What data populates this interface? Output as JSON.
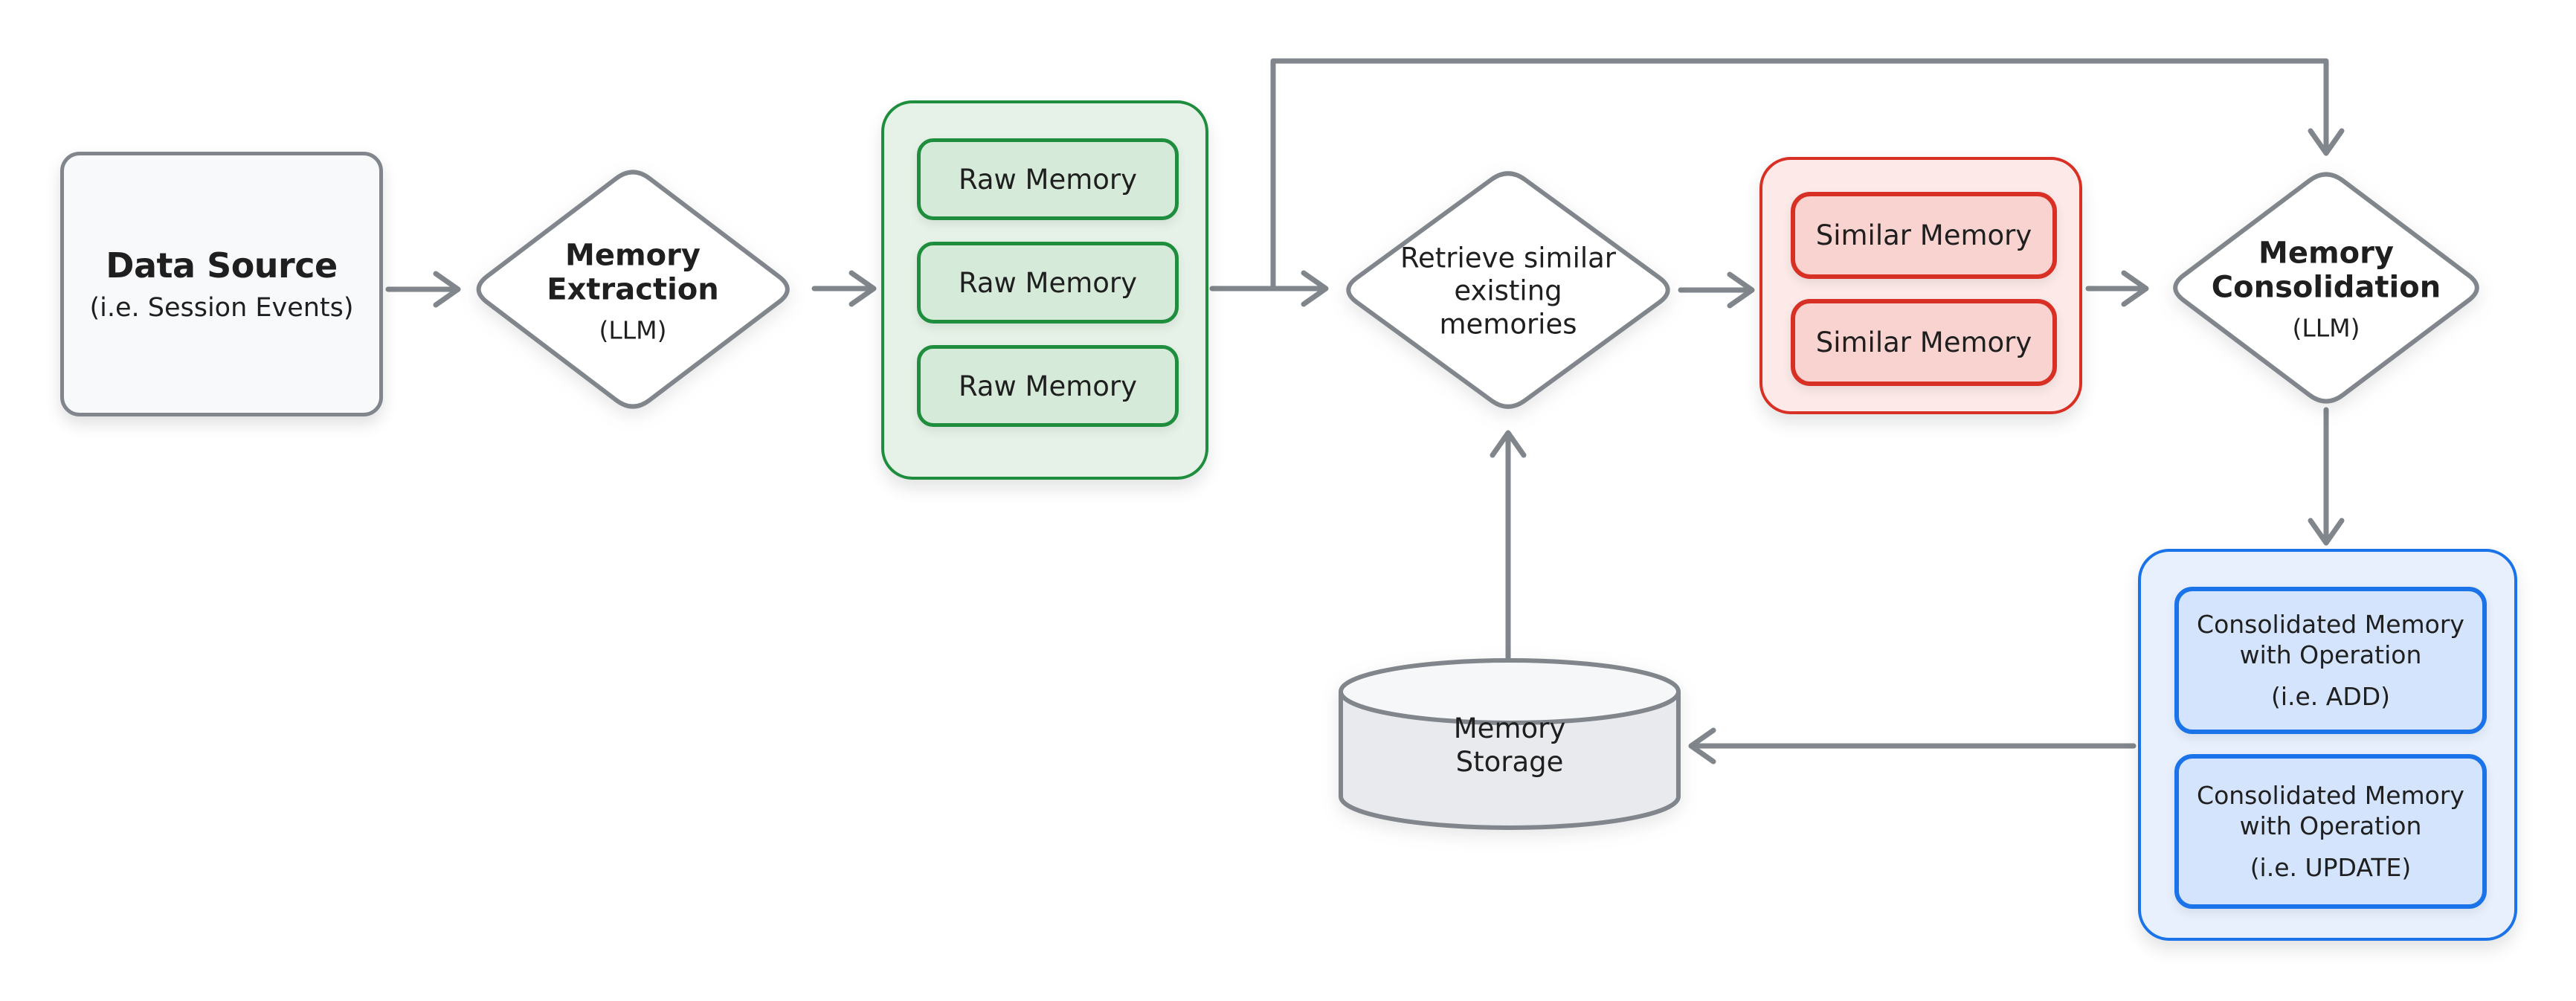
{
  "colors": {
    "arrow": "#80868b",
    "text": "#1f1f1f",
    "gray_border": "#80868b",
    "gray_bg": "#f8f9fa",
    "green_border": "#1e8e3e",
    "green_bg": "#e6f2e7",
    "green_box_bg": "#d6ead9",
    "red_border": "#d93025",
    "red_bg": "#fce9e8",
    "red_box_bg": "#f9d3d0",
    "blue_border": "#1a73e8",
    "blue_bg": "#e8f0fe",
    "blue_box_bg": "#d4e4fc",
    "cylinder_bg": "#e8eaed",
    "cylinder_top_bg": "#f6f7f8"
  },
  "nodes": {
    "data_source": {
      "title": "Data Source",
      "subtitle": "(i.e. Session Events)"
    },
    "memory_extraction": {
      "line1": "Memory",
      "line2": "Extraction",
      "subtitle": "(LLM)"
    },
    "raw_memory_group": {
      "items": [
        "Raw Memory",
        "Raw Memory",
        "Raw Memory"
      ]
    },
    "retrieve_memories": {
      "line1": "Retrieve similar",
      "line2": "existing",
      "line3": "memories"
    },
    "similar_memory_group": {
      "items": [
        "Similar Memory",
        "Similar Memory"
      ]
    },
    "memory_consolidation": {
      "line1": "Memory",
      "line2": "Consolidation",
      "subtitle": "(LLM)"
    },
    "consolidated_group": {
      "items": [
        {
          "line1": "Consolidated Memory",
          "line2": "with Operation",
          "subtitle": "(i.e. ADD)"
        },
        {
          "line1": "Consolidated Memory",
          "line2": "with Operation",
          "subtitle": "(i.e. UPDATE)"
        }
      ]
    },
    "memory_storage": {
      "line1": "Memory",
      "line2": "Storage"
    }
  }
}
